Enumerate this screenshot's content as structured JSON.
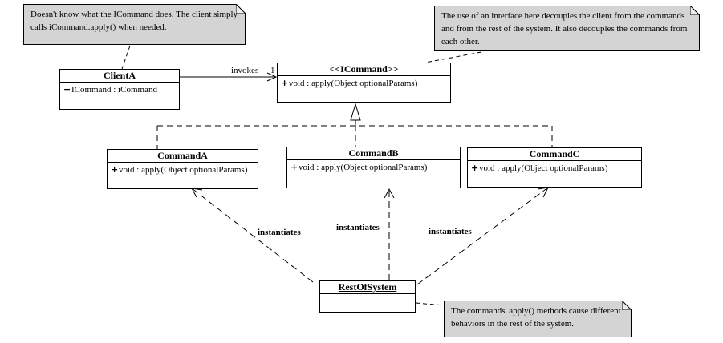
{
  "notes": {
    "client": "Doesn't know what the ICommand does.  The client simply calls  iCommand.apply() when needed.",
    "interface": "The use of an interface here decouples the client from the commands and from the rest of the system.  It also decouples the commands from each other.",
    "rest": "The commands' apply() methods cause different behaviors in the rest of the system."
  },
  "classes": {
    "client_a": {
      "name": "ClientA",
      "visibility": "−",
      "member": "ICommand : iCommand"
    },
    "icommand": {
      "name": "<<ICommand>>",
      "visibility": "+",
      "member": "void : apply(Object optionalParams)"
    },
    "command_a": {
      "name": "CommandA",
      "visibility": "+",
      "member": "void : apply(Object optionalParams)"
    },
    "command_b": {
      "name": "CommandB",
      "visibility": "+",
      "member": "void : apply(Object optionalParams)"
    },
    "command_c": {
      "name": "CommandC",
      "visibility": "+",
      "member": "void : apply(Object optionalParams)"
    },
    "rest_of_system": {
      "name": "RestOfSystem"
    }
  },
  "relations": {
    "invokes_label": "invokes",
    "multiplicity": "1",
    "instantiates_a": "instantiates",
    "instantiates_b": "instantiates",
    "instantiates_c": "instantiates"
  }
}
